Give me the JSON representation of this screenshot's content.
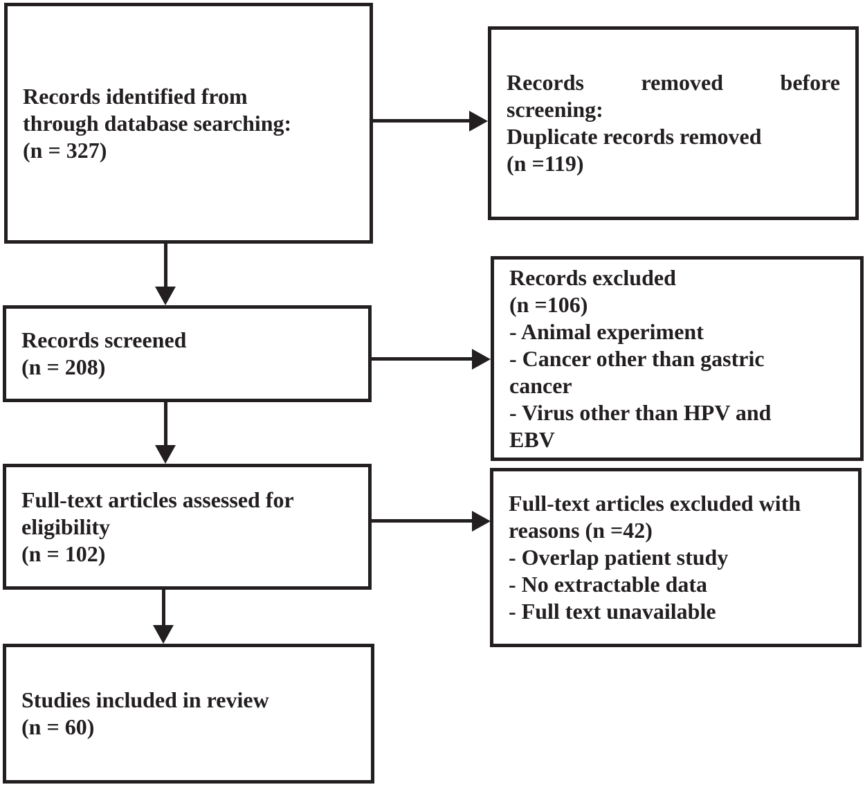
{
  "diagram": {
    "type": "flowchart",
    "ink_color": "#231f20",
    "background_color": "#ffffff",
    "boxes": {
      "identified": {
        "count": 327,
        "lines": [
          "Records identified from",
          "through database searching:",
          "(n = 327)"
        ]
      },
      "removed": {
        "count": 119,
        "lines": [
          "Records removed before",
          "screening:",
          "Duplicate records removed",
          "(n =119)"
        ]
      },
      "screened": {
        "count": 208,
        "lines": [
          "Records screened",
          "(n = 208)"
        ]
      },
      "excluded": {
        "count": 106,
        "lines": [
          "Records excluded",
          "(n =106)",
          "- Animal experiment",
          "- Cancer other than gastric",
          "cancer",
          "- Virus other than HPV and",
          "EBV"
        ]
      },
      "eligibility": {
        "count": 102,
        "lines": [
          "Full-text articles assessed for",
          "eligibility",
          "(n = 102)"
        ]
      },
      "fulltext_excluded": {
        "count": 42,
        "lines": [
          "Full-text articles excluded with",
          "reasons (n =42)",
          "- Overlap patient study",
          "- No extractable data",
          "- Full text unavailable"
        ]
      },
      "included": {
        "count": 60,
        "lines": [
          "Studies included in review",
          "(n = 60)"
        ]
      }
    },
    "edges": [
      {
        "from": "identified",
        "to": "removed"
      },
      {
        "from": "identified",
        "to": "screened"
      },
      {
        "from": "screened",
        "to": "excluded"
      },
      {
        "from": "screened",
        "to": "eligibility"
      },
      {
        "from": "eligibility",
        "to": "fulltext_excluded"
      },
      {
        "from": "eligibility",
        "to": "included"
      }
    ]
  }
}
